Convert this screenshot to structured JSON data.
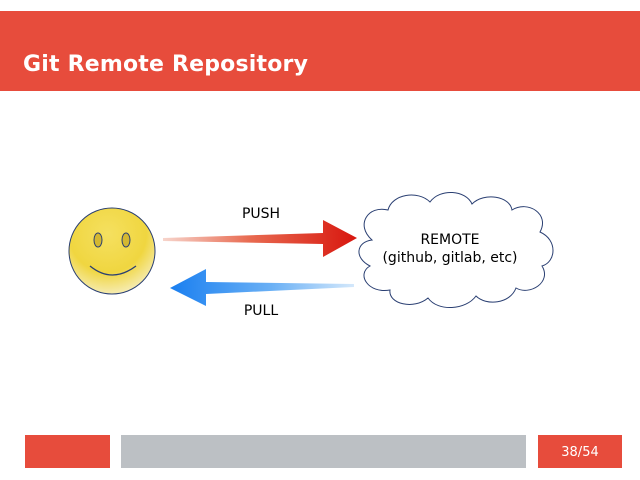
{
  "slide": {
    "title": "Git Remote Repository",
    "page_number": "38/54"
  },
  "diagram": {
    "local_user_icon": "smiley-face-icon",
    "push_label": "PUSH",
    "pull_label": "PULL",
    "remote_label": "REMOTE",
    "remote_examples": "(github, gitlab, etc)"
  },
  "colors": {
    "accent": "#e74c3c",
    "footer_bar": "#bcc0c4",
    "push_arrow": "#d91c14",
    "pull_arrow": "#1a7ff0",
    "smiley_fill": "#f0d640"
  }
}
